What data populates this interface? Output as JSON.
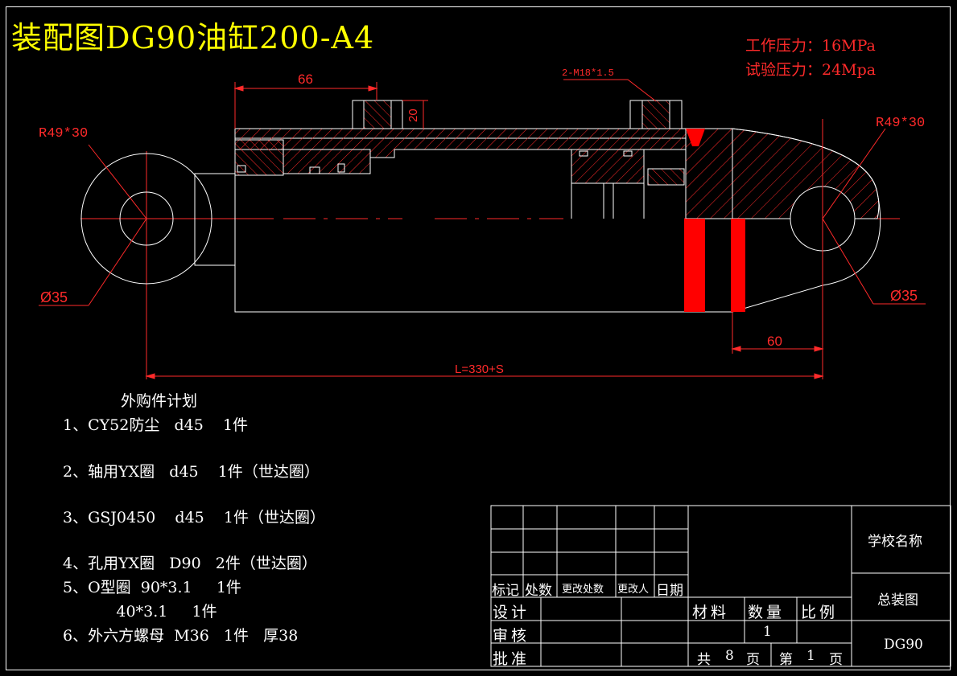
{
  "title": "装配图DG90油缸200-A4",
  "pressure": {
    "working": "工作压力：16MPa",
    "test": "试验压力：24Mpa"
  },
  "dimensions": {
    "len_66": "66",
    "height_20": "20",
    "thread": "2-M18*1.5",
    "radius_left": "R49*30",
    "radius_right": "R49*30",
    "dia_left": "Ø35",
    "dia_right": "Ø35",
    "len_60": "60",
    "total": "L=330+S"
  },
  "purchase": {
    "heading": "外购件计划",
    "items": [
      "1、CY52防尘   d45    1件",
      "2、轴用YX圈   d45    1件（世达圈）",
      "3、GSJ0450    d45    1件（世达圈）",
      "4、孔用YX圈   D90   2件（世达圈）",
      "5、O型圈  90*3.1     1件",
      "           40*3.1     1件",
      "6、外六方螺母  M36   1件   厚38"
    ]
  },
  "title_block": {
    "mark": "标记",
    "locations": "处数",
    "change_locations": "更改处数",
    "changer": "更改人",
    "date": "日期",
    "design": "设计",
    "review": "审核",
    "approve": "批准",
    "material": "材料",
    "quantity": "数量",
    "scale": "比例",
    "quantity_value": "1",
    "total_label": "共",
    "total_pages": "8",
    "page_unit1": "页",
    "seq_label": "第",
    "seq_page": "1",
    "page_unit2": "页",
    "school": "学校名称",
    "drawing_name": "总装图",
    "drawing_code": "DG90"
  },
  "colors": {
    "background": "#000000",
    "line": "#ffffff",
    "dimension": "#ff2a2a",
    "title": "#ffff00",
    "seal": "#ff0000"
  }
}
